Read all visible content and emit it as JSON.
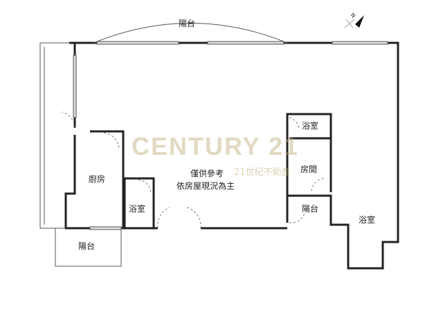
{
  "watermark": {
    "brand": "CENTURY 21",
    "sub": "21世紀不動產"
  },
  "compass": {
    "label": "N"
  },
  "notes": [
    "僅供參考",
    "依房屋現況為主"
  ],
  "rooms": {
    "balcony_top": "陽台",
    "kitchen": "廚房",
    "bath_left": "浴室",
    "balcony_bottom": "陽台",
    "bath_right_top": "浴室",
    "bedroom": "房間",
    "balcony_right": "陽台",
    "bath_right": "浴室"
  }
}
